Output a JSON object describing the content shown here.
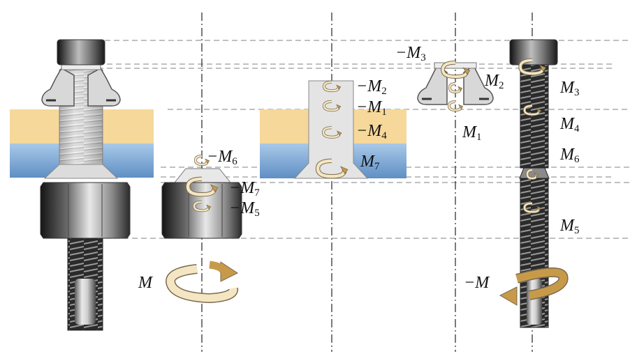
{
  "labels": {
    "neg_m6": {
      "sign": "−",
      "base": "M",
      "sub": "6"
    },
    "neg_m7": {
      "sign": "−",
      "base": "M",
      "sub": "7"
    },
    "neg_m5": {
      "sign": "−",
      "base": "M",
      "sub": "5"
    },
    "m_torque": {
      "sign": "",
      "base": "M",
      "sub": ""
    },
    "neg_m2": {
      "sign": "−",
      "base": "M",
      "sub": "2"
    },
    "neg_m1": {
      "sign": "−",
      "base": "M",
      "sub": "1"
    },
    "neg_m4": {
      "sign": "−",
      "base": "M",
      "sub": "4"
    },
    "m7": {
      "sign": "",
      "base": "M",
      "sub": "7"
    },
    "neg_m3": {
      "sign": "−",
      "base": "M",
      "sub": "3"
    },
    "m2": {
      "sign": "",
      "base": "M",
      "sub": "2"
    },
    "m1": {
      "sign": "",
      "base": "M",
      "sub": "1"
    },
    "m3": {
      "sign": "",
      "base": "M",
      "sub": "3"
    },
    "m4": {
      "sign": "",
      "base": "M",
      "sub": "4"
    },
    "m6": {
      "sign": "",
      "base": "M",
      "sub": "6"
    },
    "m5": {
      "sign": "",
      "base": "M",
      "sub": "5"
    },
    "neg_m": {
      "sign": "−",
      "base": "M",
      "sub": ""
    }
  },
  "colors": {
    "plate_top": "#f6d89a",
    "plate_bottom": "#8fb8de",
    "metal_light": "#e6e6e6",
    "metal_dark": "#2a2a2a",
    "arrow_fill": "#f4e6c2",
    "arrow_stroke": "#7a6a4e",
    "guide_line": "#9a9a9a",
    "axis_line": "#222222"
  }
}
